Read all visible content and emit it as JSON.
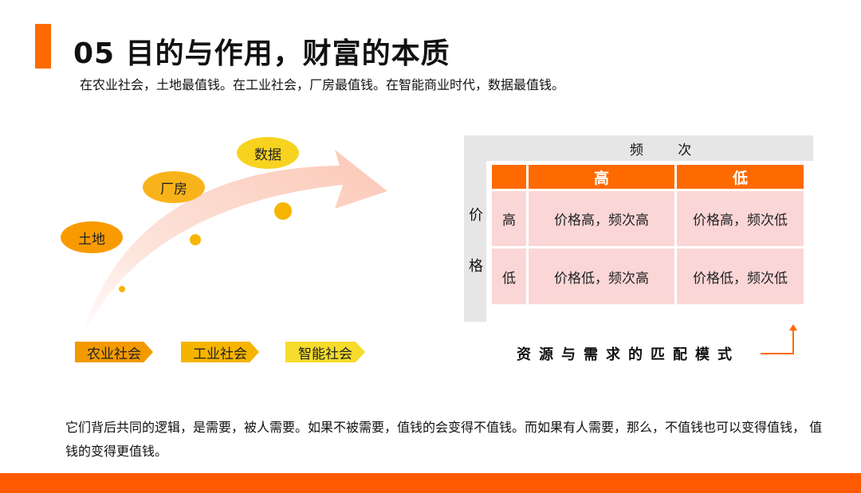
{
  "title": "05  目的与作用，财富的本质",
  "subtitle": "在农业社会，土地最值钱。在工业社会，厂房最值钱。在智能商业时代，数据最值钱。",
  "growth": {
    "ovals": [
      "土地",
      "厂房",
      "数据"
    ],
    "stages": [
      "农业社会",
      "工业社会",
      "智能社会"
    ]
  },
  "matrix": {
    "top_axis": "频        次",
    "left_axis": [
      "价",
      "格"
    ],
    "col_headers": [
      "高",
      "低"
    ],
    "row_headers": [
      "高",
      "低"
    ],
    "cells": [
      [
        "价格高，频次高",
        "价格高，频次低"
      ],
      [
        "价格低，频次高",
        "价格低，频次低"
      ]
    ],
    "caption": "资源与需求的匹配模式"
  },
  "body": "它们背后共同的逻辑，是需要，被人需要。如果不被需要，值钱的会变得不值钱。而如果有人需要，那么，不值钱也可以变得值钱，  值钱的变得更值钱。",
  "colors": {
    "accent": "#ff6a00",
    "oval": "#f7b500",
    "cell": "#fbd6d6",
    "arrow": "#fcd8cc"
  }
}
